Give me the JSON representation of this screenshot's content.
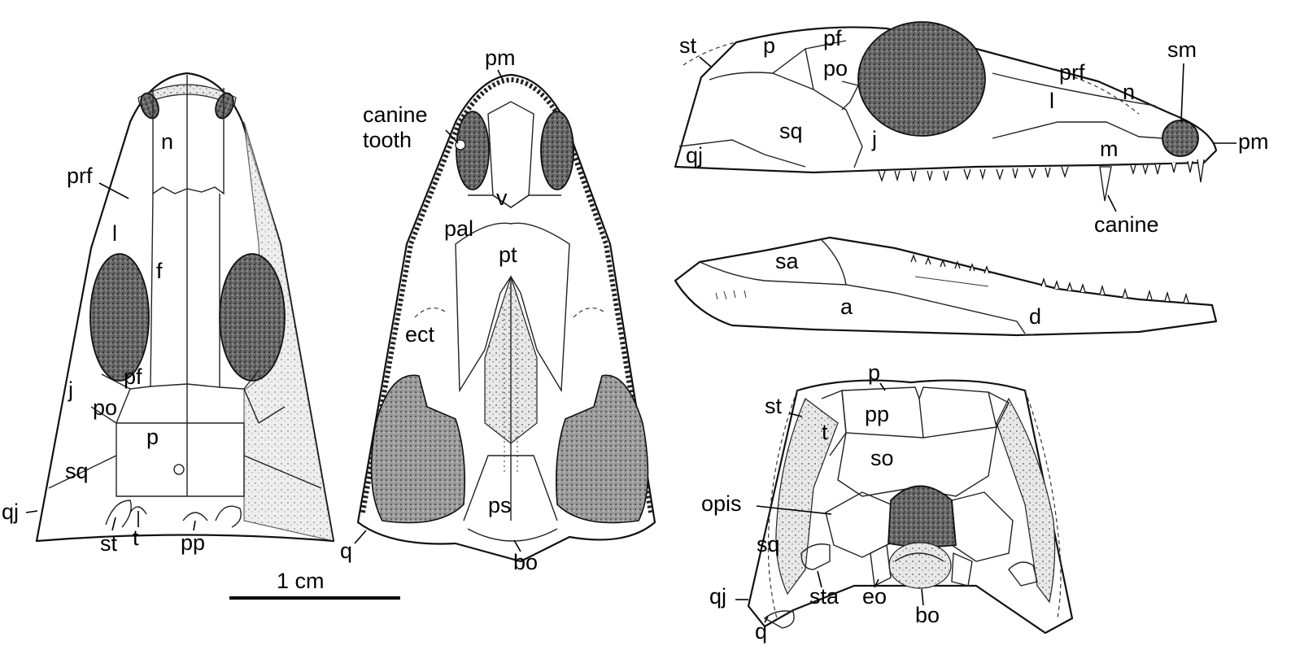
{
  "dorsal_view": {
    "labels": [
      "n",
      "prf",
      "l",
      "f",
      "j",
      "pf",
      "po",
      "p",
      "sq",
      "qj",
      "st",
      "t",
      "pp"
    ]
  },
  "ventral_view": {
    "labels": [
      "pm",
      "canine\ntooth",
      "v",
      "pal",
      "pt",
      "ect",
      "ps",
      "q",
      "bo"
    ]
  },
  "lateral_view": {
    "labels": [
      "st",
      "p",
      "pf",
      "po",
      "sq",
      "j",
      "qj",
      "prf",
      "n",
      "l",
      "m",
      "sm",
      "pm",
      "canine"
    ]
  },
  "mandible_view": {
    "labels": [
      "sa",
      "a",
      "d"
    ]
  },
  "occipital_view": {
    "labels": [
      "p",
      "st",
      "pp",
      "t",
      "so",
      "opis",
      "sq",
      "qj",
      "q",
      "sta",
      "eo",
      "bo"
    ]
  },
  "scale_bar": {
    "label": "1 cm"
  }
}
